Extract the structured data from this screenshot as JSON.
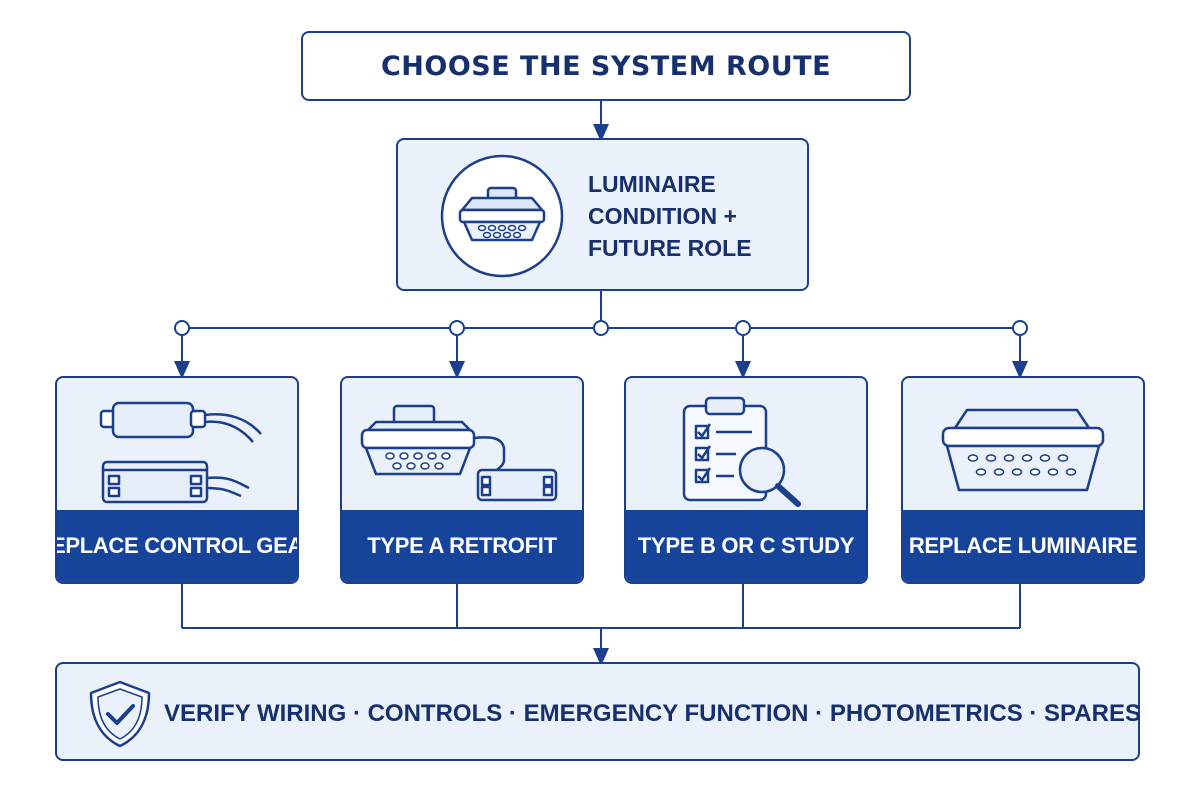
{
  "header": {
    "title": "CHOOSE THE SYSTEM ROUTE"
  },
  "decision": {
    "icon": "luminaire-icon",
    "lines": [
      "LUMINAIRE",
      "CONDITION +",
      "FUTURE ROLE"
    ]
  },
  "options": [
    {
      "label": "REPLACE CONTROL GEAR",
      "icon": "control-gear-icon"
    },
    {
      "label": "TYPE A RETROFIT",
      "icon": "retrofit-icon"
    },
    {
      "label": "TYPE B OR C STUDY",
      "icon": "checklist-study-icon"
    },
    {
      "label": "REPLACE LUMINAIRE",
      "icon": "luminaire-icon"
    }
  ],
  "verify": {
    "icon": "shield-check-icon",
    "text": "VERIFY WIRING · CONTROLS · EMERGENCY FUNCTION · PHOTOMETRICS · SPARES"
  },
  "colors": {
    "primary": "#1b3f8b",
    "label_fill": "#16449a",
    "panel_fill": "#eaf1fb"
  }
}
